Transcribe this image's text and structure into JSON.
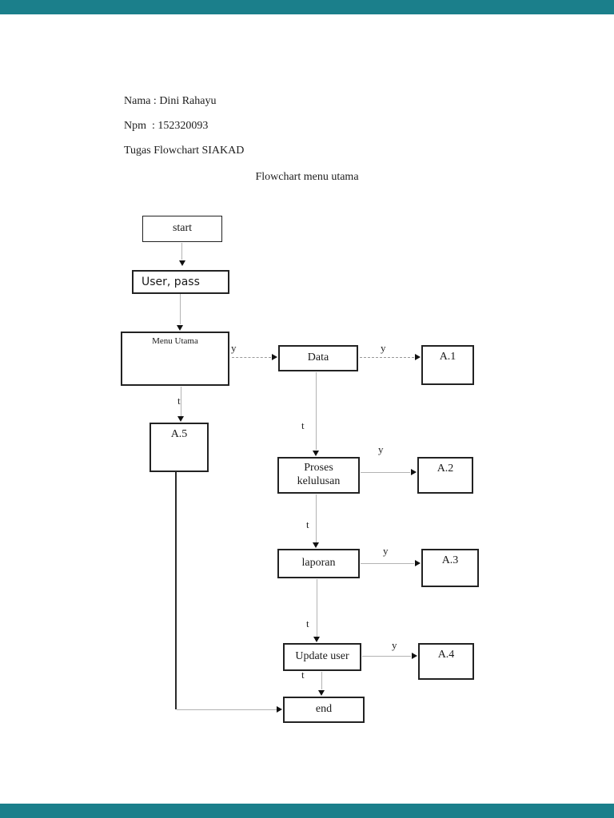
{
  "document": {
    "meta_lines": [
      "Nama : Dini Rahayu",
      "Npm  : 152320093",
      "Tugas Flowchart SIAKAD"
    ],
    "title": "Flowchart menu utama"
  },
  "flowchart": {
    "nodes": {
      "start": {
        "label": "start"
      },
      "user_pass": {
        "label": "User, pass"
      },
      "menu_utama": {
        "label": "Menu Utama"
      },
      "data": {
        "label": "Data"
      },
      "a1": {
        "label": "A.1"
      },
      "a5": {
        "label": "A.5"
      },
      "proses_kelulusan": {
        "line1": "Proses",
        "line2": "kelulusan"
      },
      "a2": {
        "label": "A.2"
      },
      "laporan": {
        "label": "laporan"
      },
      "a3": {
        "label": "A.3"
      },
      "update_user": {
        "label": "Update user"
      },
      "a4": {
        "label": "A.4"
      },
      "end": {
        "label": "end"
      }
    },
    "branch_labels": {
      "yes": "y",
      "no": "t"
    }
  },
  "colors": {
    "viewer_chrome": "#1b7f8b",
    "page_background": "#ffffff",
    "box_border": "#222222",
    "connector_light": "#b3b3b3",
    "connector_dashed": "#999999",
    "arrowhead": "#111111",
    "text": "#1c1c1c"
  }
}
